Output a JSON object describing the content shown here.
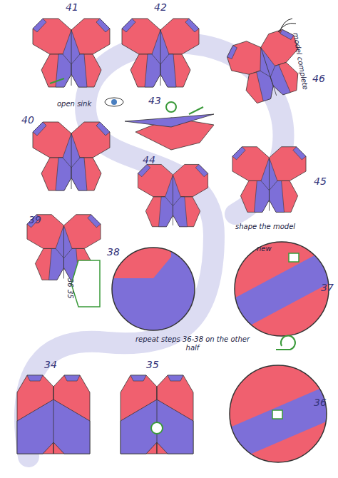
{
  "diagram": {
    "labels": [
      "41",
      "42",
      "open sink",
      "46",
      "model complete",
      "43",
      "40",
      "44",
      "45",
      "shape the model",
      "39",
      "38",
      "36 35",
      "37",
      "new",
      "repeat steps 36-38 on the other half",
      "34",
      "35",
      "36"
    ]
  }
}
